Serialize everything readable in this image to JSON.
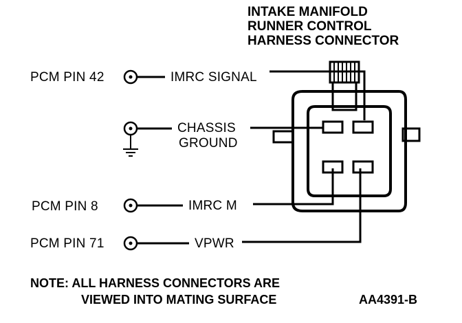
{
  "title": {
    "line1": "INTAKE MANIFOLD",
    "line2": "RUNNER CONTROL",
    "line3": "HARNESS CONNECTOR"
  },
  "pins": {
    "pin42": "PCM PIN 42",
    "pin8": "PCM PIN 8",
    "pin71": "PCM PIN 71"
  },
  "wires": {
    "imrc_signal": "IMRC SIGNAL",
    "chassis": "CHASSIS",
    "ground": "GROUND",
    "imrc_m": "IMRC M",
    "vpwr": "VPWR"
  },
  "note": {
    "line1": "NOTE: ALL HARNESS CONNECTORS ARE",
    "line2": "VIEWED INTO MATING SURFACE"
  },
  "figure_id": "AA4391-B"
}
